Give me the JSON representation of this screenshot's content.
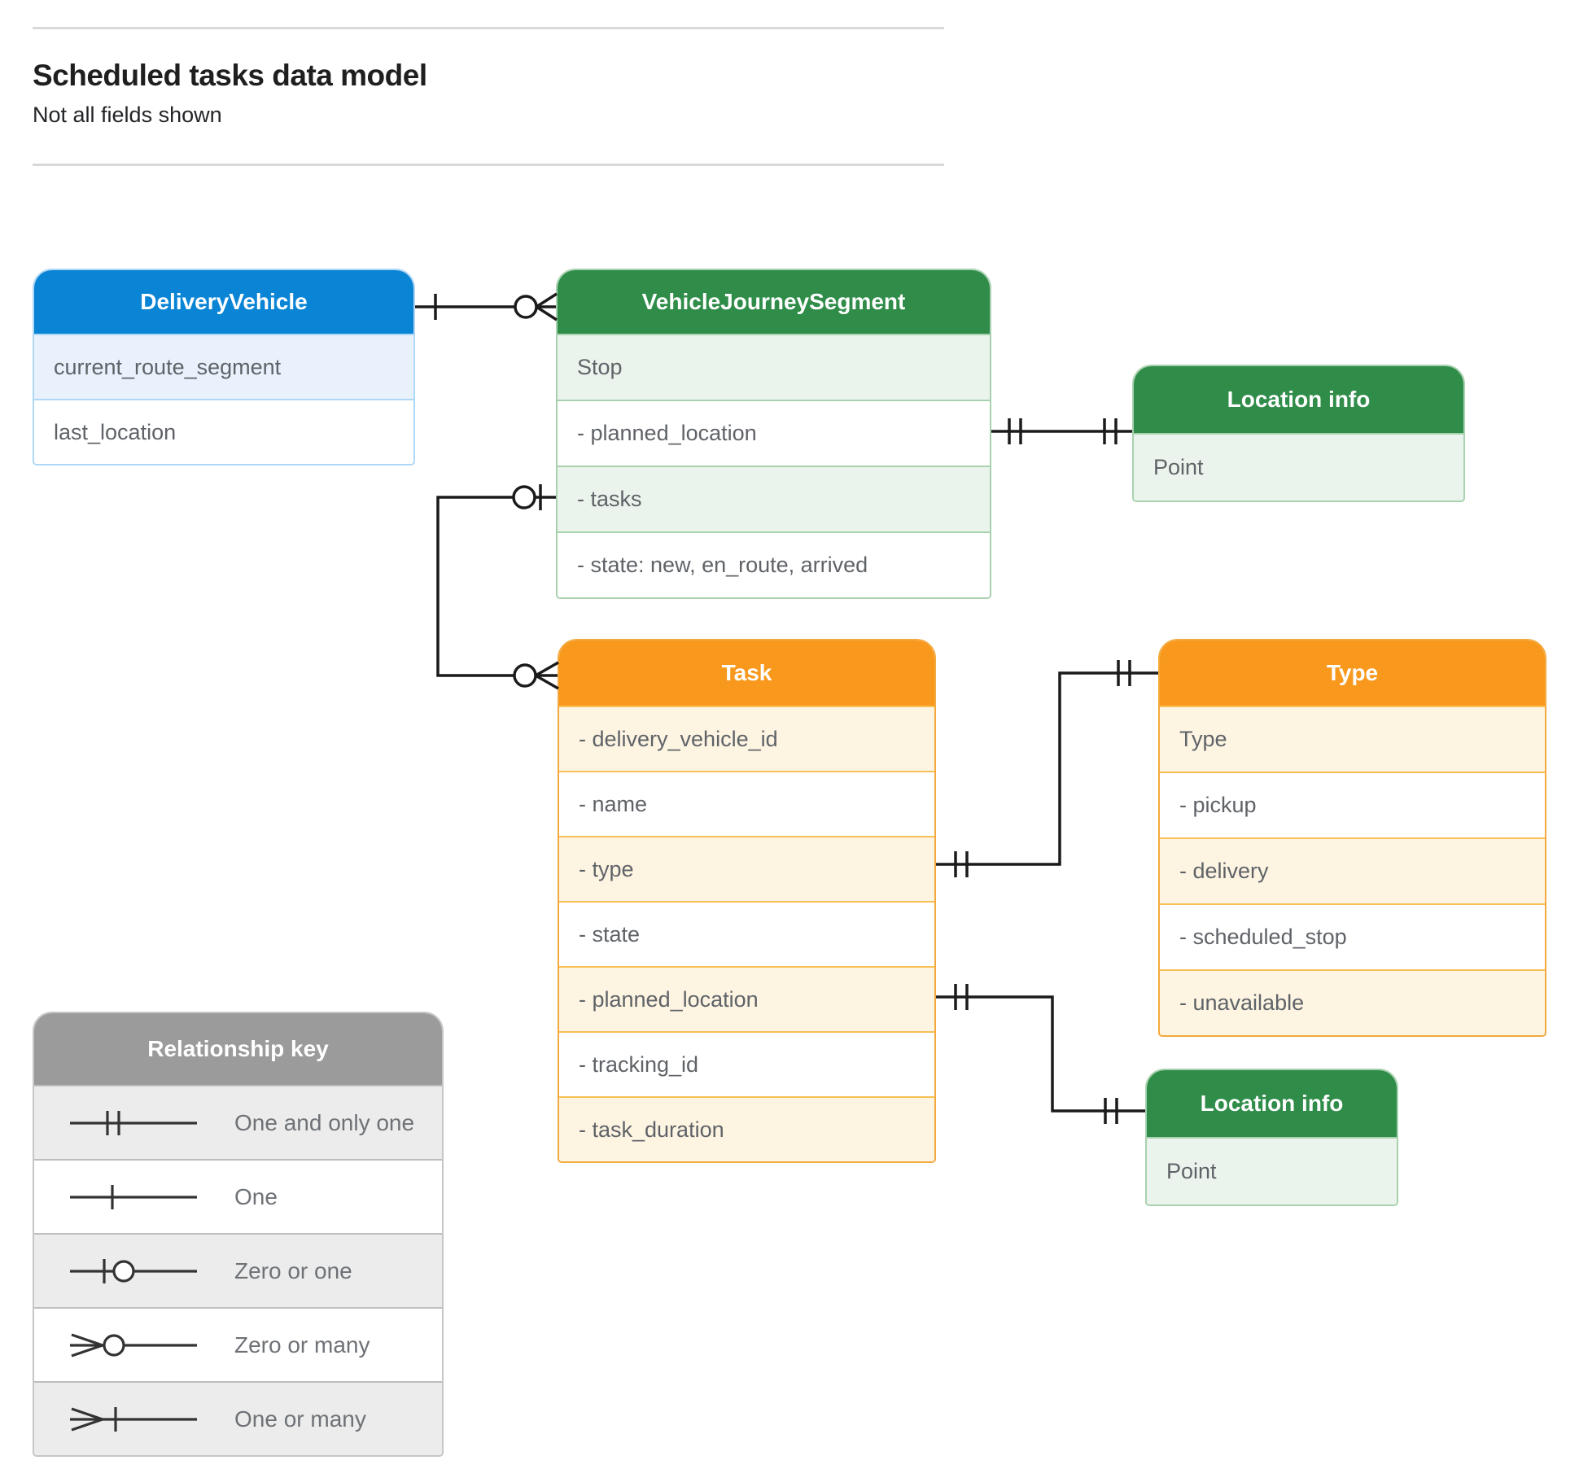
{
  "page": {
    "title": "Scheduled tasks data model",
    "subtitle": "Not all fields shown"
  },
  "colors": {
    "blue_header": "#0a84d5",
    "blue_row": "#e9f2fc",
    "green_header": "#2f8c49",
    "green_row": "#eaf4ec",
    "orange_header": "#f8981d",
    "orange_row": "#fdf4e2",
    "gray_header": "#9b9b9b",
    "gray_row": "#ececec",
    "row_text": "#5f6368",
    "connector": "#1b1b1b"
  },
  "entities": [
    {
      "id": "delivery-vehicle",
      "title": "DeliveryVehicle",
      "theme": "blue",
      "fields": [
        {
          "text": "current_route_segment",
          "shaded": true
        },
        {
          "text": "last_location",
          "shaded": false
        }
      ]
    },
    {
      "id": "vehicle-journey-segment",
      "title": "VehicleJourneySegment",
      "theme": "green",
      "fields": [
        {
          "text": "Stop",
          "shaded": true
        },
        {
          "text": "- planned_location",
          "shaded": false
        },
        {
          "text": "- tasks",
          "shaded": true
        },
        {
          "text": "- state: new, en_route, arrived",
          "shaded": false
        }
      ]
    },
    {
      "id": "location-info-top",
      "title": "Location info",
      "theme": "green",
      "fields": [
        {
          "text": "Point",
          "shaded": true
        }
      ]
    },
    {
      "id": "task",
      "title": "Task",
      "theme": "orange",
      "fields": [
        {
          "text": "- delivery_vehicle_id",
          "shaded": true
        },
        {
          "text": "- name",
          "shaded": false
        },
        {
          "text": "- type",
          "shaded": true
        },
        {
          "text": "- state",
          "shaded": false
        },
        {
          "text": "- planned_location",
          "shaded": true
        },
        {
          "text": "- tracking_id",
          "shaded": false
        },
        {
          "text": "- task_duration",
          "shaded": true
        }
      ]
    },
    {
      "id": "type",
      "title": "Type",
      "theme": "orange",
      "fields": [
        {
          "text": "Type",
          "shaded": true
        },
        {
          "text": "- pickup",
          "shaded": false
        },
        {
          "text": "- delivery",
          "shaded": true
        },
        {
          "text": "- scheduled_stop",
          "shaded": false
        },
        {
          "text": "- unavailable",
          "shaded": true
        }
      ]
    },
    {
      "id": "location-info-bottom",
      "title": "Location info",
      "theme": "green",
      "fields": [
        {
          "text": "Point",
          "shaded": true
        }
      ]
    }
  ],
  "legend": {
    "id": "relationship-key",
    "title": "Relationship key",
    "items": [
      {
        "symbol": "one-and-only-one-icon",
        "label": "One and only one",
        "shaded": true
      },
      {
        "symbol": "one-icon",
        "label": "One",
        "shaded": false
      },
      {
        "symbol": "zero-or-one-icon",
        "label": "Zero or one",
        "shaded": true
      },
      {
        "symbol": "zero-or-many-icon",
        "label": "Zero or many",
        "shaded": false
      },
      {
        "symbol": "one-or-many-icon",
        "label": "One or many",
        "shaded": true
      }
    ]
  },
  "connections": [
    {
      "from": "DeliveryVehicle",
      "to": "VehicleJourneySegment",
      "from_cardinality": "one",
      "to_cardinality": "zero-or-many"
    },
    {
      "from": "VehicleJourneySegment.planned_location",
      "to": "Location info",
      "from_cardinality": "one-and-only-one",
      "to_cardinality": "one-and-only-one"
    },
    {
      "from": "VehicleJourneySegment.tasks",
      "to": "Task",
      "from_cardinality": "zero-or-one",
      "to_cardinality": "zero-or-many"
    },
    {
      "from": "Task.type",
      "to": "Type",
      "from_cardinality": "one-and-only-one",
      "to_cardinality": "one-and-only-one"
    },
    {
      "from": "Task.planned_location",
      "to": "Location info",
      "from_cardinality": "one-and-only-one",
      "to_cardinality": "one-and-only-one"
    }
  ]
}
